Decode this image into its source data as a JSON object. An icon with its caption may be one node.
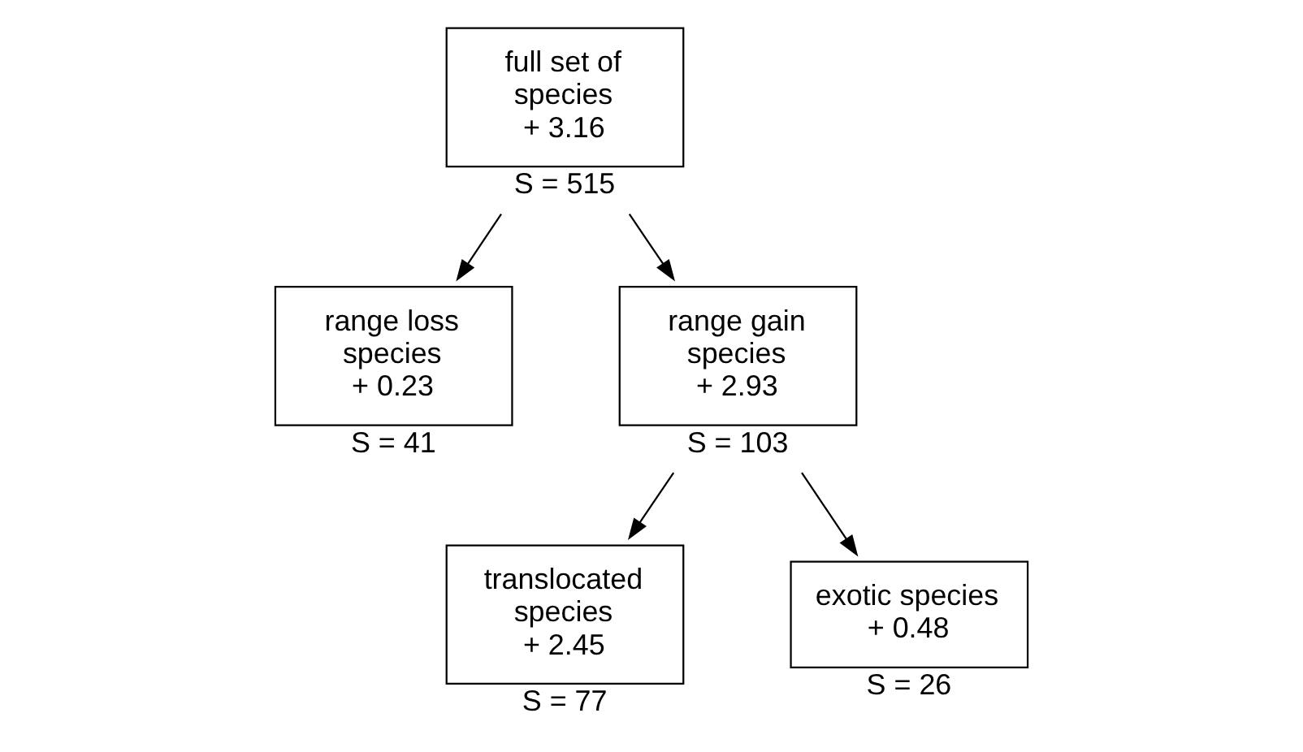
{
  "diagram": {
    "nodes": [
      {
        "text": [
          "full set of species",
          "+ 3.16"
        ],
        "beside": [
          "S = 515"
        ]
      },
      {
        "text": [
          "range loss species",
          "+ 0.23"
        ],
        "beside": [
          "S = 41"
        ]
      },
      {
        "text": [
          "range gain species",
          "+ 2.93"
        ],
        "beside": [
          "S = 103"
        ]
      },
      {
        "text": [
          "translocated species",
          "+ 2.45"
        ],
        "beside": [
          "S = 77"
        ]
      },
      {
        "text": [
          "exotic species",
          "+ 0.48"
        ],
        "beside": [
          "S = 26"
        ]
      }
    ],
    "edges": [
      {
        "from": 0,
        "to": 1,
        "arrow": "to"
      },
      {
        "from": 0,
        "to": 2,
        "arrow": "to"
      },
      {
        "from": 2,
        "to": 3,
        "arrow": "to"
      },
      {
        "from": 2,
        "to": 4,
        "arrow": "to"
      }
    ]
  }
}
